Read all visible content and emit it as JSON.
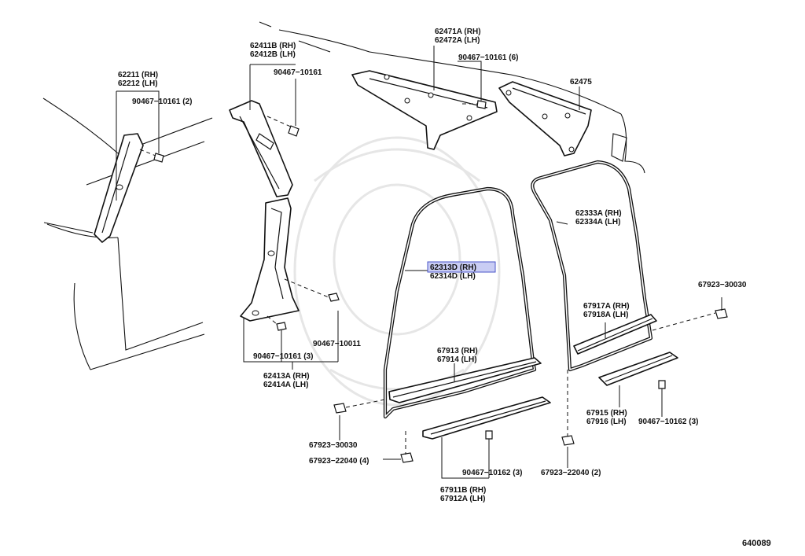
{
  "diagram_id": "640089",
  "labels": {
    "l_62211": "62211 (RH)",
    "l_62212": "62212 (LH)",
    "l_90467_a": "90467−10161 (2)",
    "l_62411b": "62411B (RH)",
    "l_62412b": "62412B (LH)",
    "l_90467_b": "90467−10161",
    "l_62471a": "62471A (RH)",
    "l_62472a": "62472A (LH)",
    "l_90467_c": "90467−10161 (6)",
    "l_62475": "62475",
    "l_62333a": "62333A (RH)",
    "l_62334a": "62334A (LH)",
    "l_62313d": "62313D (RH)",
    "l_62314d": "62314D (LH)",
    "l_67923_a": "67923−30030",
    "l_67917a": "67917A (RH)",
    "l_67918a": "67918A (LH)",
    "l_90467_d": "90467−10011",
    "l_90467_e": "90467−10161 (3)",
    "l_62413a": "62413A (RH)",
    "l_62414a": "62414A (LH)",
    "l_67913": "67913 (RH)",
    "l_67914": "67914 (LH)",
    "l_67915": "67915 (RH)",
    "l_67916": "67916 (LH)",
    "l_90467_f": "90467−10162 (3)",
    "l_67923_b": "67923−30030",
    "l_67923_c": "67923−22040 (4)",
    "l_90467_g": "90467−10162 (3)",
    "l_67923_d": "67923−22040 (2)",
    "l_67911b": "67911B (RH)",
    "l_67912a": "67912A (LH)"
  }
}
